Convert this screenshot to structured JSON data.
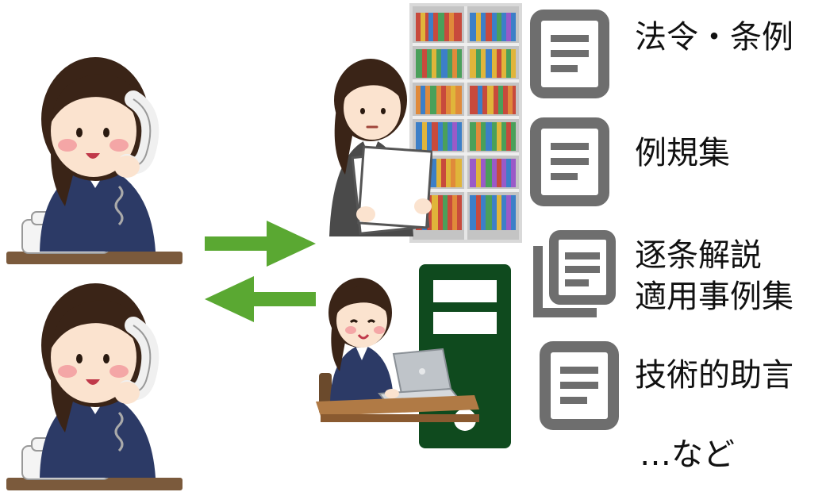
{
  "colors": {
    "arrow": "#5aa832",
    "server": "#0f4a1e",
    "doc_icon": "#6e6e6e",
    "uniform": "#2c3a66",
    "hair": "#3a2417",
    "skin": "#fbe3cf"
  },
  "items": [
    {
      "icon": "document-icon",
      "lines": [
        "法令・条例"
      ]
    },
    {
      "icon": "document-icon",
      "lines": [
        "例規集"
      ]
    },
    {
      "icon": "documents-stack-icon",
      "lines": [
        "逐条解説",
        "適用事例集"
      ]
    },
    {
      "icon": "document-icon",
      "lines": [
        "技術的助言"
      ]
    }
  ],
  "etc_label": "…など"
}
